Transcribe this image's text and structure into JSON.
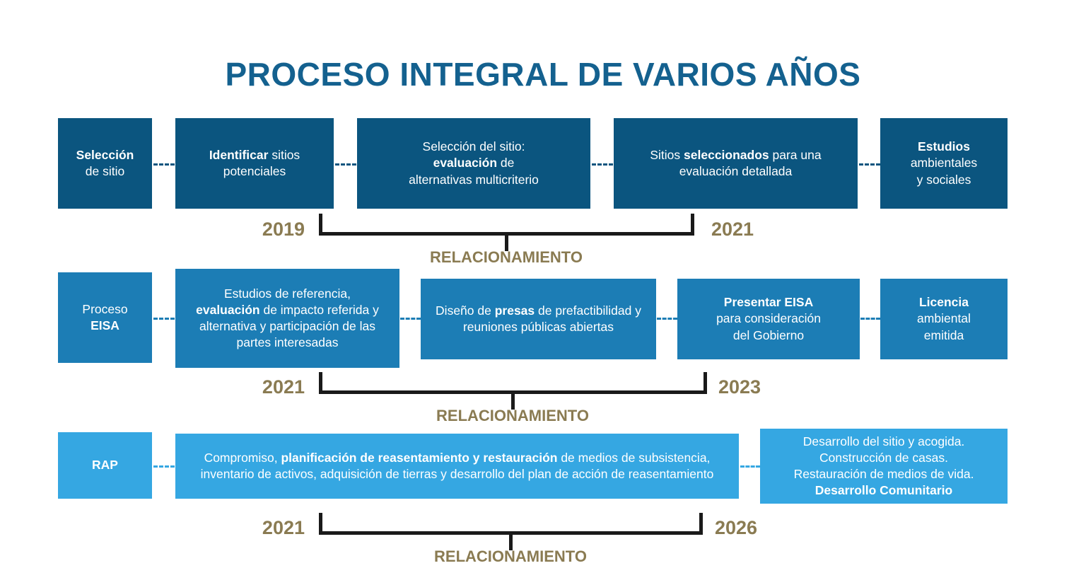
{
  "page": {
    "title": "PROCESO INTEGRAL DE VARIOS AÑOS",
    "colors": {
      "title": "#14618f",
      "row1_box": "#0b557f",
      "row2_box": "#1c7db5",
      "row3_box": "#35a7e2",
      "year_text": "#8a7b52",
      "bracket_line": "#1a1a1a",
      "box_text": "#ffffff",
      "background": "#ffffff"
    }
  },
  "rows": [
    {
      "id": "row-1-seleccion-de-sitio",
      "boxes": [
        {
          "id": "box-seleccion-de-sitio",
          "bold_lead": "Selección",
          "rest": "de sitio"
        },
        {
          "id": "box-identificar-sitios",
          "bold_lead": "Identificar",
          "rest": "sitios potenciales"
        },
        {
          "id": "box-seleccion-del-sitio",
          "line1": "Selección del sitio:",
          "bold_mid": "evaluación",
          "mid_rest": "de",
          "line3": "alternativas multicriterio"
        },
        {
          "id": "box-sitios-seleccionados",
          "pre": "Sitios",
          "bold_mid": "seleccionados",
          "post": "para una evaluación detallada"
        },
        {
          "id": "box-estudios-ambientales",
          "bold_lead": "Estudios",
          "rest": "ambientales y sociales"
        }
      ],
      "bracket": {
        "year_start": "2019",
        "year_end": "2021",
        "label": "RELACIONAMIENTO"
      }
    },
    {
      "id": "row-2-proceso-eisa",
      "boxes": [
        {
          "id": "box-proceso-eisa",
          "pre": "Proceso",
          "bold_mid": "EISA"
        },
        {
          "id": "box-estudios-de-referencia",
          "line1": "Estudios de referencia,",
          "bold_mid": "evaluación",
          "post": "de impacto referida y alternativa y participación de las partes interesadas"
        },
        {
          "id": "box-diseno-de-presas",
          "pre": "Diseño de",
          "bold_mid": "presas",
          "post": "de prefactibilidad y reuniones públicas abiertas"
        },
        {
          "id": "box-presentar-eisa",
          "bold_lead": "Presentar EISA",
          "rest": "para consideración del Gobierno"
        },
        {
          "id": "box-licencia-ambiental",
          "bold_lead": "Licencia",
          "rest": "ambiental emitida"
        }
      ],
      "bracket": {
        "year_start": "2021",
        "year_end": "2023",
        "label": "RELACIONAMIENTO"
      }
    },
    {
      "id": "row-3-rap",
      "boxes": [
        {
          "id": "box-rap",
          "bold_lead": "RAP"
        },
        {
          "id": "box-compromiso-planificacion",
          "pre": "Compromiso,",
          "bold_mid": "planificación de reasentamiento y restauración",
          "post": "de medios de subsistencia, inventario de activos, adquisición de tierras y desarrollo del plan de acción de reasentamiento"
        },
        {
          "id": "box-desarrollo-del-sitio",
          "line1": "Desarrollo del sitio y acogida.",
          "line2": "Construcción de casas.",
          "line3": "Restauración de medios de vida.",
          "bold_last": "Desarrollo Comunitario"
        }
      ],
      "bracket": {
        "year_start": "2021",
        "year_end": "2026",
        "label": "RELACIONAMIENTO"
      }
    }
  ],
  "text": {
    "r1b1_bold": "Selección",
    "r1b1_rest": "de sitio",
    "r1b2_bold": "Identificar",
    "r1b2_rest": " sitios",
    "r1b2_line2": "potenciales",
    "r1b3_line1": "Selección del sitio:",
    "r1b3_bold": "evaluación",
    "r1b3_rest": " de",
    "r1b3_line3": "alternativas multicriterio",
    "r1b4_pre": "Sitios ",
    "r1b4_bold": "seleccionados",
    "r1b4_post": " para una",
    "r1b4_line2": "evaluación detallada",
    "r1b5_bold": "Estudios",
    "r1b5_line2": "ambientales",
    "r1b5_line3": "y sociales",
    "r2b1_pre": "Proceso",
    "r2b1_bold": "EISA",
    "r2b2_line1": "Estudios de referencia,",
    "r2b2_bold": "evaluación",
    "r2b2_post": " de impacto referida y alternativa y participación de las partes interesadas",
    "r2b3_pre": "Diseño de ",
    "r2b3_bold": "presas",
    "r2b3_post": " de prefactibilidad y reuniones públicas abiertas",
    "r2b4_bold": "Presentar EISA",
    "r2b4_line2": "para consideración",
    "r2b4_line3": "del Gobierno",
    "r2b5_bold": "Licencia",
    "r2b5_line2": "ambiental",
    "r2b5_line3": "emitida",
    "r3b1_bold": "RAP",
    "r3b2_pre": "Compromiso, ",
    "r3b2_bold": "planificación de reasentamiento y restauración",
    "r3b2_post": " de medios de subsistencia, inventario de activos, adquisición de tierras y desarrollo del plan de acción de reasentamiento",
    "r3b3_line1": "Desarrollo del sitio y acogida.",
    "r3b3_line2": "Construcción de casas.",
    "r3b3_line3": "Restauración de medios de vida.",
    "r3b3_bold": "Desarrollo Comunitario",
    "year_2019": "2019",
    "year_2021_a": "2021",
    "year_2021_b": "2021",
    "year_2021_c": "2021",
    "year_2023": "2023",
    "year_2026": "2026",
    "relacionamiento_1": "RELACIONAMIENTO",
    "relacionamiento_2": "RELACIONAMIENTO",
    "relacionamiento_3": "RELACIONAMIENTO"
  }
}
